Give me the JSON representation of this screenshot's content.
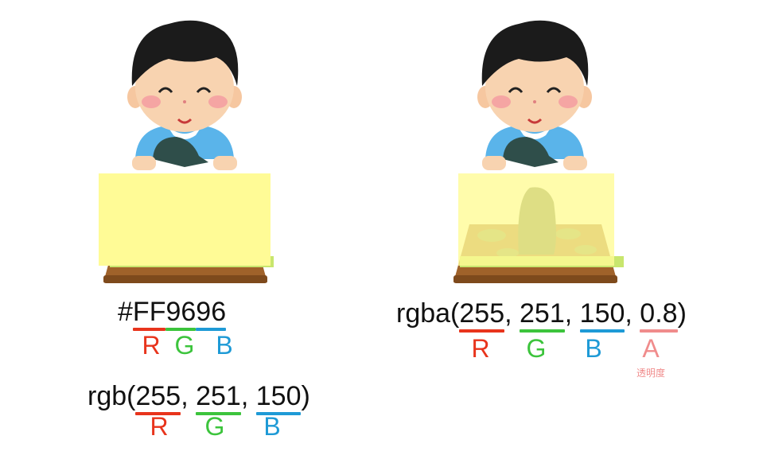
{
  "colors": {
    "r": "#e8341c",
    "g": "#3cc43c",
    "b": "#1e9ad6",
    "a": "#f08c8c",
    "yellow": "#FFFB96",
    "desk": "#a0622a"
  },
  "left": {
    "hex": {
      "prefix": "#",
      "r": "FF",
      "g": "96",
      "b": "96"
    },
    "hex_labels": {
      "r": "R",
      "g": "G",
      "b": "B"
    },
    "rgb": {
      "open": "rgb(",
      "r": "255",
      "sep1": ", ",
      "g": "251",
      "sep2": ", ",
      "b": "150",
      "close": ")"
    },
    "rgb_labels": {
      "r": "R",
      "g": "G",
      "b": "B"
    }
  },
  "right": {
    "rgba": {
      "open": "rgba(",
      "r": "255",
      "sep1": ", ",
      "g": "251",
      "sep2": ", ",
      "b": "150",
      "sep3": ", ",
      "a": "0.8",
      "close": ")"
    },
    "labels": {
      "r": "R",
      "g": "G",
      "b": "B",
      "a": "A"
    },
    "alpha_note": "透明度"
  }
}
